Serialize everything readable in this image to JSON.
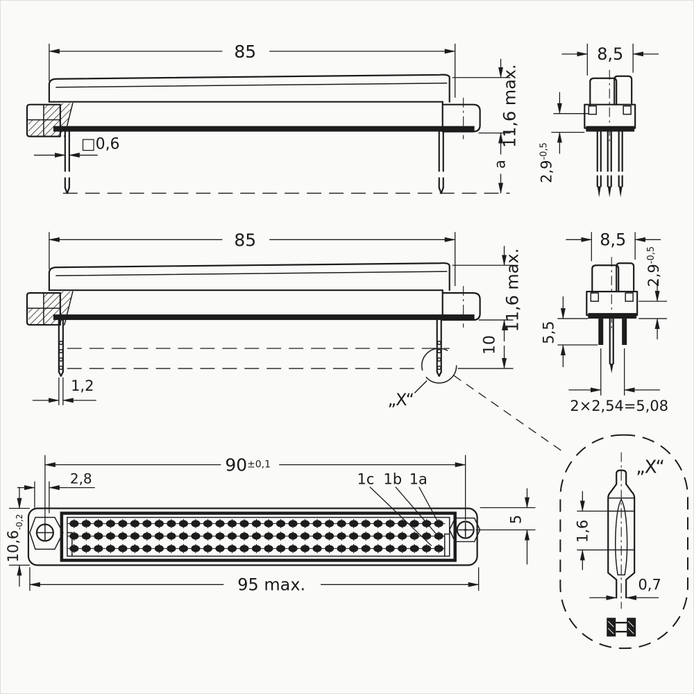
{
  "drawing": {
    "background": "#fafaf8",
    "ink": "#1c1c1c",
    "description": "Connector technical drawing, three side/plan views, two end views, detail X"
  },
  "view_side_a": {
    "dim_width": "85",
    "dim_pin_square": "□0,6",
    "dim_height": "11,6 max.",
    "dim_pin_length": "a"
  },
  "view_end_a": {
    "dim_width": "8,5",
    "dim_standoff": "2,9",
    "dim_standoff_tol": "-0,5"
  },
  "view_side_b": {
    "dim_width": "85",
    "dim_pin_width": "1,2",
    "dim_height": "11,6 max.",
    "dim_pin_length": "10",
    "detail_label": "„X“"
  },
  "view_end_b": {
    "dim_width": "8,5",
    "dim_standoff": "2,9",
    "dim_standoff_tol": "-0,5",
    "dim_press_length": "5,5",
    "dim_pitch": "2×2,54=5,08"
  },
  "view_plan": {
    "dim_hole_spacing": "90",
    "dim_hole_spacing_tol": "±0,1",
    "dim_edge_offset": "2,8",
    "dim_body_depth": "10,6",
    "dim_body_depth_tol": "-0,2",
    "dim_hole_center": "5",
    "dim_total_width": "95 max.",
    "row_labels": [
      "1c",
      "1b",
      "1a"
    ],
    "pin_rows": 3,
    "pin_cols": 31
  },
  "detail_x": {
    "label": "„X“",
    "dim_contact": "1,6",
    "dim_pin_width": "0,7"
  }
}
